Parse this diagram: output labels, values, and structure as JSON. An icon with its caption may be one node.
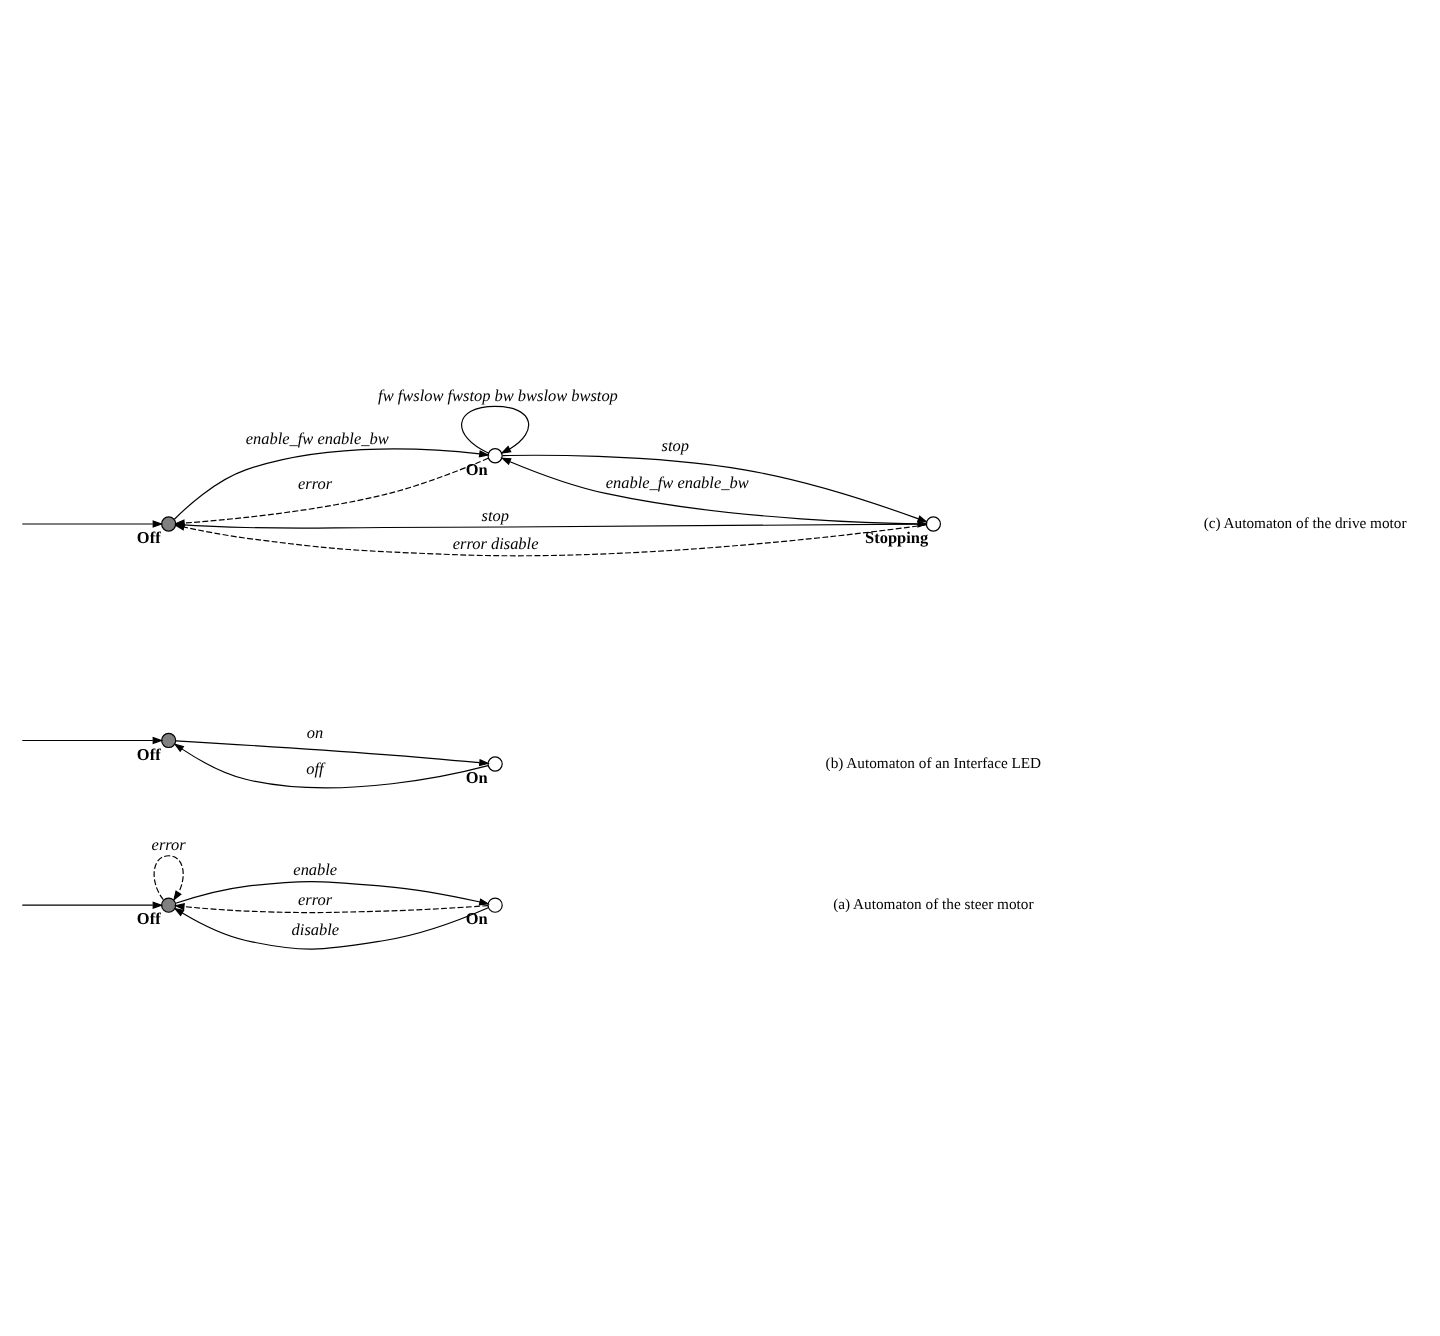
{
  "diagram": {
    "nodes": [
      {
        "text": [
          "Off"
        ]
      },
      {
        "text": [
          "On"
        ]
      },
      {
        "text": [
          "Off"
        ]
      },
      {
        "text": [
          "On"
        ]
      },
      {
        "text": [
          "Off"
        ]
      },
      {
        "text": [
          "On"
        ]
      },
      {
        "text": [
          "Stopping"
        ]
      }
    ],
    "edges": [
      {
        "from": null,
        "to": 0,
        "arrow": "to"
      },
      {
        "from": 0,
        "to": 0,
        "arrow": "to",
        "label": "error",
        "style": "dashed"
      },
      {
        "from": 0,
        "to": 1,
        "arrow": "to",
        "label": "enable"
      },
      {
        "from": 1,
        "to": 0,
        "arrow": "to",
        "label": "error",
        "style": "dashed"
      },
      {
        "from": 1,
        "to": 0,
        "arrow": "to",
        "label": "disable"
      },
      {
        "from": null,
        "to": 2,
        "arrow": "to"
      },
      {
        "from": 2,
        "to": 3,
        "arrow": "to",
        "label": "on"
      },
      {
        "from": 3,
        "to": 2,
        "arrow": "to",
        "label": "off"
      },
      {
        "from": null,
        "to": 4,
        "arrow": "to"
      },
      {
        "from": 4,
        "to": 5,
        "arrow": "to",
        "label": "enable_fw enable_bw"
      },
      {
        "from": 5,
        "to": 4,
        "arrow": "to",
        "label": "error",
        "style": "dashed"
      },
      {
        "from": 5,
        "to": 5,
        "arrow": "to",
        "label": "fw fwslow fwstop bw bwslow bwstop"
      },
      {
        "from": 4,
        "to": 6,
        "arrow": "to",
        "label": "stop"
      },
      {
        "from": 6,
        "to": 5,
        "arrow": "to",
        "label": "enable_fw enable_bw"
      },
      {
        "from": 5,
        "to": 6,
        "arrow": "to",
        "label": "stop"
      },
      {
        "from": 6,
        "to": 4,
        "arrow": "to",
        "label": "error disable",
        "style": "dashed"
      }
    ],
    "labels": [
      "(a) Automaton of the steer motor",
      "(b) Automaton of an Interface LED",
      "(c) Automaton of the drive motor"
    ]
  }
}
